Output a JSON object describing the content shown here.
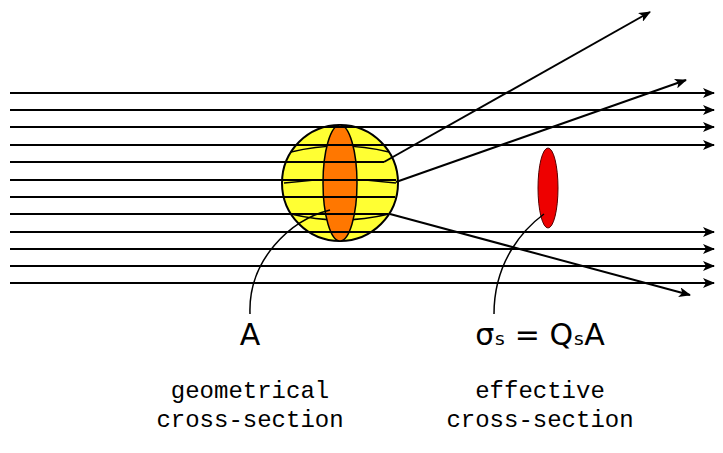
{
  "diagram": {
    "labels": [
      "A",
      "geometrical cross-section",
      "σₛ = QₛA",
      "effective cross-section"
    ]
  }
}
